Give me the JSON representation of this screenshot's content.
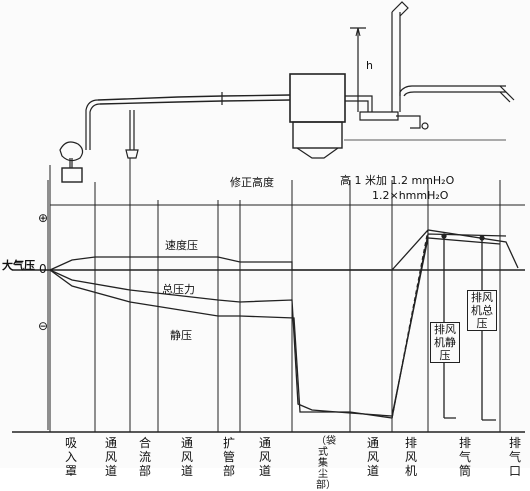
{
  "annotations": {
    "correction_height": "修正高度",
    "correction_rule": "高 1 米加 1.2 mmH₂O",
    "correction_value": "1.2×hmmH₂O",
    "height_mark": "h",
    "plus_sign": "⊕",
    "minus_sign": "⊖",
    "baseline_zero": "0",
    "atmospheric_pressure": "大气压"
  },
  "curves": {
    "velocity_pressure": "速度压",
    "total_pressure": "总压力",
    "static_pressure": "静压",
    "fan_total_pressure": "排风机总压",
    "fan_static_pressure": "排风机静压"
  },
  "sections": [
    {
      "label": "吸入罩"
    },
    {
      "label": "通风道"
    },
    {
      "label": "合流部"
    },
    {
      "label": "通风道"
    },
    {
      "label": "扩管部"
    },
    {
      "label": "通风道"
    },
    {
      "label": "（袋式集尘部）"
    },
    {
      "label": "通风道"
    },
    {
      "label": "排风机"
    },
    {
      "label": "排气筒"
    },
    {
      "label": "排气口"
    }
  ]
}
